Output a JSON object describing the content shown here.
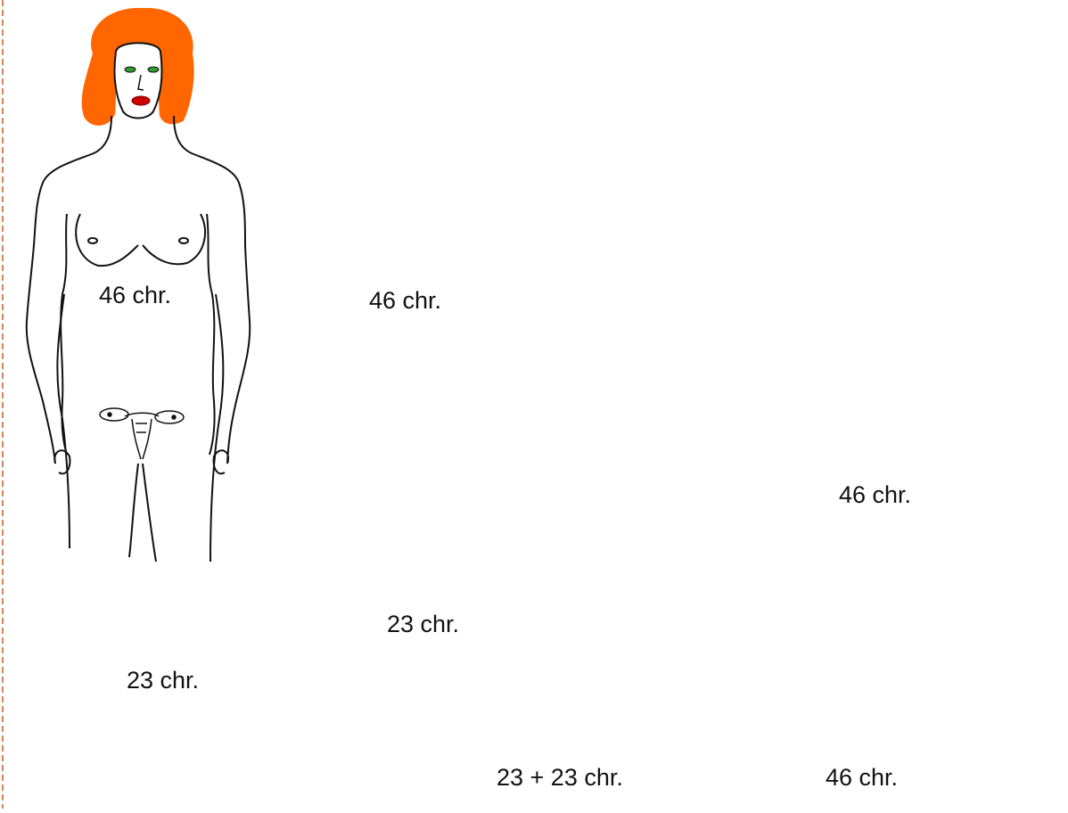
{
  "labels": {
    "woman": "46 chr.",
    "man": "46 chr.",
    "egg": "23 chr.",
    "sperm": "23 chr.",
    "zygote": "23 + 23 chr.",
    "morula": "46 chr.",
    "fetus": "46 chr."
  },
  "colors": {
    "woman_hair": "#ff6600",
    "man_hair": "#7a0a0a",
    "woman_eyes": "#2e9e2e",
    "man_eyes": "#2f55c8",
    "lips": "#cc0000",
    "fetus": "#ffc2f0",
    "sperm_head": "#f2ef9a",
    "margin_dash": "#d2875a",
    "line": "#111111"
  },
  "icons": [
    "woman-figure",
    "man-figure",
    "female-reproductive-organ-icon",
    "male-reproductive-organ-icon",
    "egg-cell",
    "sperm-cell",
    "zygote-cell",
    "morula-cell",
    "fetus-figure"
  ]
}
